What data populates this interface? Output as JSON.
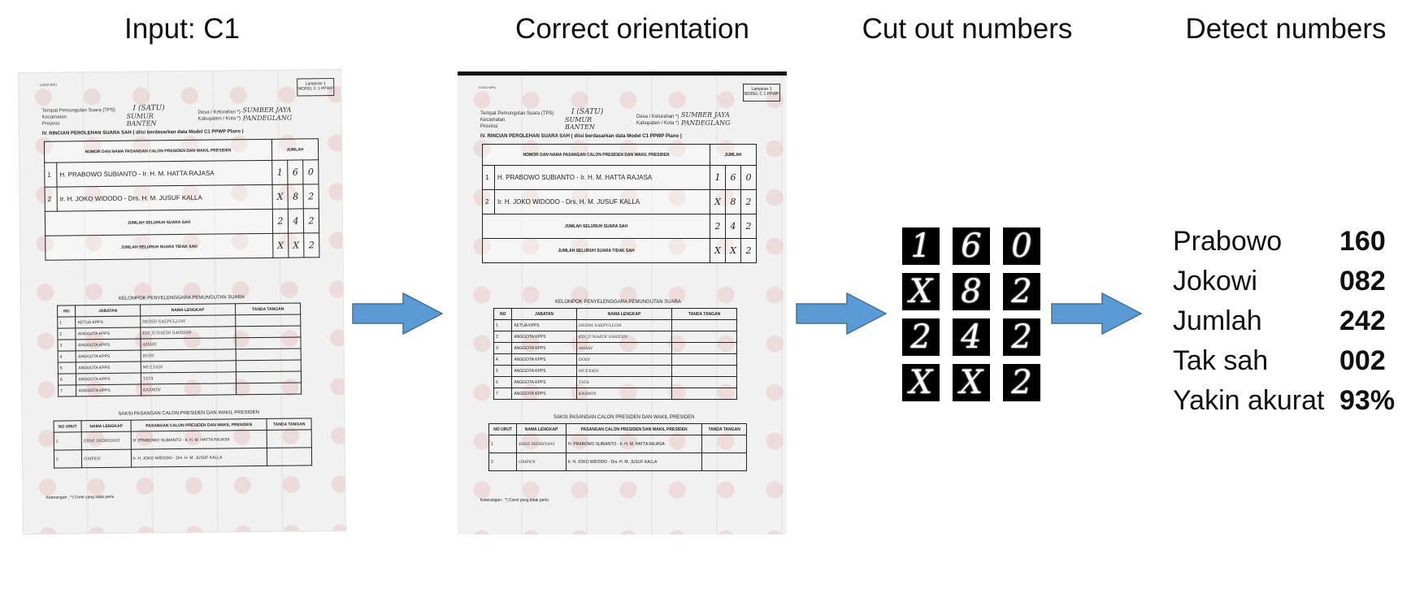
{
  "headings": {
    "input": "Input: C1",
    "orientation": "Correct orientation",
    "cut": "Cut out numbers",
    "detect": "Detect numbers"
  },
  "form": {
    "logo": "LOGO KPU",
    "corner_box": "Lampiran 1 MODEL C 1 PPWP",
    "meta_left": [
      "Tempat Pemungutan Suara (TPS)",
      "Kecamatan",
      "Provinsi"
    ],
    "meta_right": [
      "Desa / Kelurahan *)",
      "Kabupaten / Kota *)"
    ],
    "hw_tps": "I (SATU)",
    "hw_kec": "SUMUR",
    "hw_prov": "BANTEN",
    "hw_desa": "SUMBER JAYA",
    "hw_kab": "PANDEGLANG",
    "section_title": "IV. RINCIAN PEROLEHAN SUARA SAH ( diisi berdasarkan data Model C1 PPWP Plano )",
    "table_header": "NOMOR DAN NAMA PASANGAN CALON PRESIDEN DAN WAKIL PRESIDEN",
    "table_header_right": "JUMLAH",
    "rows": [
      {
        "no": "1",
        "name": "H. PRABOWO SUBIANTO - Ir. H. M. HATTA RAJASA",
        "d": [
          "1",
          "6",
          "0"
        ]
      },
      {
        "no": "2",
        "name": "Ir. H. JOKO WIDODO - Drs. H. M. JUSUF KALLA",
        "d": [
          "X",
          "8",
          "2"
        ]
      }
    ],
    "total_valid": "JUMLAH SELURUH SUARA SAH",
    "total_valid_d": [
      "2",
      "4",
      "2"
    ],
    "total_invalid": "JUMLAH SELURUH SUARA TIDAK SAH",
    "total_invalid_d": [
      "X",
      "X",
      "2"
    ],
    "officials_title": "KELOMPOK PENYELENGGARA PEMUNGUTAN SUARA",
    "officials_headers": [
      "NO",
      "JABATAN",
      "NAMA LENGKAP",
      "TANDA TANGAN"
    ],
    "officials": [
      {
        "no": "1",
        "role": "KETUA KPPS",
        "name": "DEDIH SAEPULLOH"
      },
      {
        "no": "2",
        "role": "ANGGOTA KPPS",
        "name": "EDI JUNAEDI SAHIDIN"
      },
      {
        "no": "3",
        "role": "ANGGOTA KPPS",
        "name": "AHARI"
      },
      {
        "no": "4",
        "role": "ANGGOTA KPPS",
        "name": "DODI"
      },
      {
        "no": "5",
        "role": "ANGGOTA KPPS",
        "name": "MULYADI"
      },
      {
        "no": "6",
        "role": "ANGGOTA KPPS",
        "name": "TATA"
      },
      {
        "no": "7",
        "role": "ANGGOTA KPPS",
        "name": "KASMIN"
      }
    ],
    "witness_title": "SAKSI PASANGAN CALON PRESIDEN DAN WAKIL PRESIDEN",
    "witness_headers": [
      "NO URUT",
      "NAMA LENGKAP",
      "PASANGAN CALON PRESIDEN DAN WAKIL PRESIDEN",
      "TANDA TANGAN"
    ],
    "witnesses": [
      {
        "no": "1",
        "name": "ERNI INDRIYANI",
        "pair": "H. PRABOWO SUBIANTO - Ir. H. M. HATTA RAJASA"
      },
      {
        "no": "2",
        "name": "OMPEN",
        "pair": "Ir. H. JOKO WIDODO - Drs. H. M. JUSUF KALLA"
      }
    ],
    "footnote": "Keterangan : *) Coret yang tidak perlu"
  },
  "digits": [
    [
      "1",
      "6",
      "0"
    ],
    [
      "X",
      "8",
      "2"
    ],
    [
      "2",
      "4",
      "2"
    ],
    [
      "X",
      "X",
      "2"
    ]
  ],
  "results": [
    {
      "label": "Prabowo",
      "value": "160"
    },
    {
      "label": "Jokowi",
      "value": "082"
    },
    {
      "label": "Jumlah",
      "value": "242"
    },
    {
      "label": "Tak sah",
      "value": "002"
    },
    {
      "label": "Yakin akurat",
      "value": "93%"
    }
  ],
  "colors": {
    "arrow": "#5b9bd5",
    "arrow_stroke": "#41719c"
  }
}
